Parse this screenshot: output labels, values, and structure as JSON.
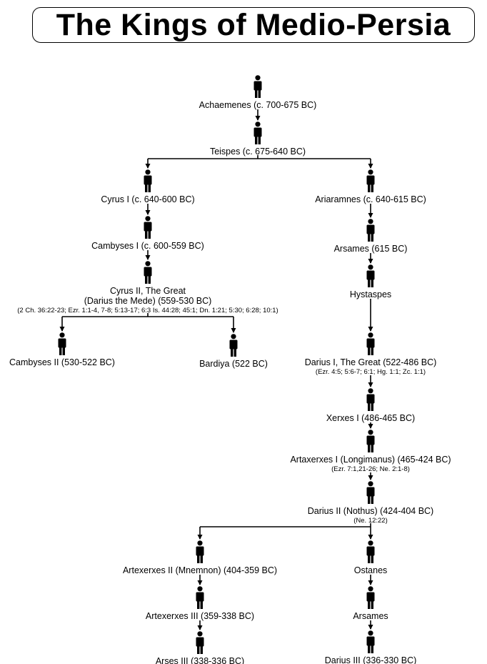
{
  "title": "The Kings of Medio-Persia",
  "nodes": [
    {
      "id": "achaemenes",
      "lines": [
        "Achaemenes (c. 700-675 BC)"
      ]
    },
    {
      "id": "teispes",
      "lines": [
        "Teispes (c. 675-640 BC)"
      ]
    },
    {
      "id": "cyrus1",
      "lines": [
        "Cyrus I (c. 640-600 BC)"
      ]
    },
    {
      "id": "ariaramnes",
      "lines": [
        "Ariaramnes (c. 640-615 BC)"
      ]
    },
    {
      "id": "cambyses1",
      "lines": [
        "Cambyses I (c. 600-559 BC)"
      ]
    },
    {
      "id": "arsames1",
      "lines": [
        "Arsames (615 BC)"
      ]
    },
    {
      "id": "cyrus2",
      "lines": [
        "Cyrus II, The Great",
        "(Darius the Mede) (559-530 BC)"
      ],
      "ref": "(2 Ch. 36:22-23; Ezr. 1:1-4, 7-8; 5:13-17; 6:3 Is. 44:28; 45:1; Dn. 1:21; 5:30; 6:28; 10:1)"
    },
    {
      "id": "hystaspes",
      "lines": [
        "Hystaspes"
      ]
    },
    {
      "id": "cambyses2",
      "lines": [
        "Cambyses II (530-522 BC)"
      ]
    },
    {
      "id": "bardiya",
      "lines": [
        "Bardiya (522 BC)"
      ]
    },
    {
      "id": "darius1",
      "lines": [
        "Darius I, The Great (522-486 BC)"
      ],
      "ref": "(Ezr. 4:5; 5:6-7; 6:1; Hg. 1:1; Zc. 1:1)"
    },
    {
      "id": "xerxes1",
      "lines": [
        "Xerxes I (486-465 BC)"
      ]
    },
    {
      "id": "artaxerxes1",
      "lines": [
        "Artaxerxes I (Longimanus) (465-424 BC)"
      ],
      "ref": "(Ezr. 7:1,21-26; Ne. 2:1-8)"
    },
    {
      "id": "darius2",
      "lines": [
        "Darius II (Nothus) (424-404 BC)"
      ],
      "ref": "(Ne. 12:22)"
    },
    {
      "id": "artexerxes2",
      "lines": [
        "Artexerxes II (Mnemnon) (404-359 BC)"
      ]
    },
    {
      "id": "ostanes",
      "lines": [
        "Ostanes"
      ]
    },
    {
      "id": "artexerxes3",
      "lines": [
        "Artexerxes III (359-338 BC)"
      ]
    },
    {
      "id": "arsames2",
      "lines": [
        "Arsames"
      ]
    },
    {
      "id": "arses3",
      "lines": [
        "Arses III (338-336 BC)"
      ]
    },
    {
      "id": "darius3",
      "lines": [
        "Darius III (336-330 BC)"
      ]
    }
  ],
  "edges": [
    [
      "achaemenes",
      "teispes"
    ],
    [
      "teispes",
      "cyrus1"
    ],
    [
      "teispes",
      "ariaramnes"
    ],
    [
      "cyrus1",
      "cambyses1"
    ],
    [
      "cambyses1",
      "cyrus2"
    ],
    [
      "cyrus2",
      "cambyses2"
    ],
    [
      "cyrus2",
      "bardiya"
    ],
    [
      "ariaramnes",
      "arsames1"
    ],
    [
      "arsames1",
      "hystaspes"
    ],
    [
      "hystaspes",
      "darius1"
    ],
    [
      "darius1",
      "xerxes1"
    ],
    [
      "xerxes1",
      "artaxerxes1"
    ],
    [
      "artaxerxes1",
      "darius2"
    ],
    [
      "darius2",
      "artexerxes2"
    ],
    [
      "darius2",
      "ostanes"
    ],
    [
      "artexerxes2",
      "artexerxes3"
    ],
    [
      "artexerxes3",
      "arses3"
    ],
    [
      "ostanes",
      "arsames2"
    ],
    [
      "arsames2",
      "darius3"
    ]
  ]
}
